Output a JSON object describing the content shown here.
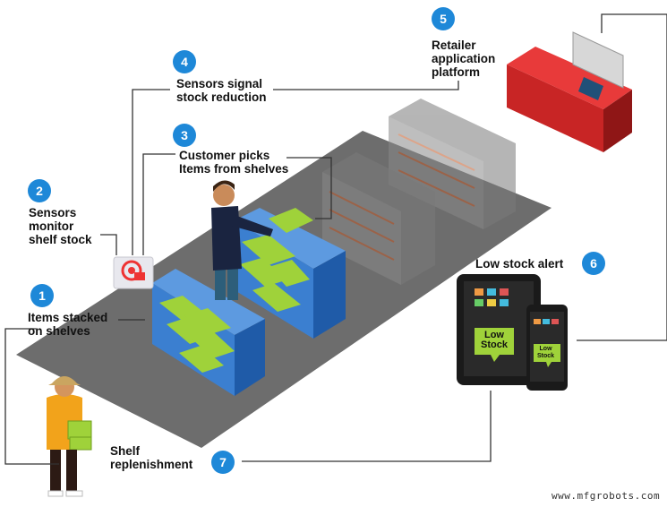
{
  "steps": [
    {
      "number": "1",
      "label": "Items stacked\non shelves"
    },
    {
      "number": "2",
      "label": "Sensors\nmonitor\nshelf stock"
    },
    {
      "number": "3",
      "label": "Customer picks\nItems from shelves"
    },
    {
      "number": "4",
      "label": "Sensors signal\nstock reduction"
    },
    {
      "number": "5",
      "label": "Retailer\napplication\nplatform"
    },
    {
      "number": "6",
      "label": "Low stock alert"
    },
    {
      "number": "7",
      "label": "Shelf\nreplenishment"
    }
  ],
  "device_alerts": {
    "tablet": "Low\nStock",
    "phone": "Low\nStock"
  },
  "watermark": "www.mfgrobots.com",
  "colors": {
    "badge": "#1e88d8",
    "shelf": "#2f6fc0",
    "item": "#9fd23a",
    "counter": "#d42a2a",
    "floor": "#6d6d6d"
  }
}
